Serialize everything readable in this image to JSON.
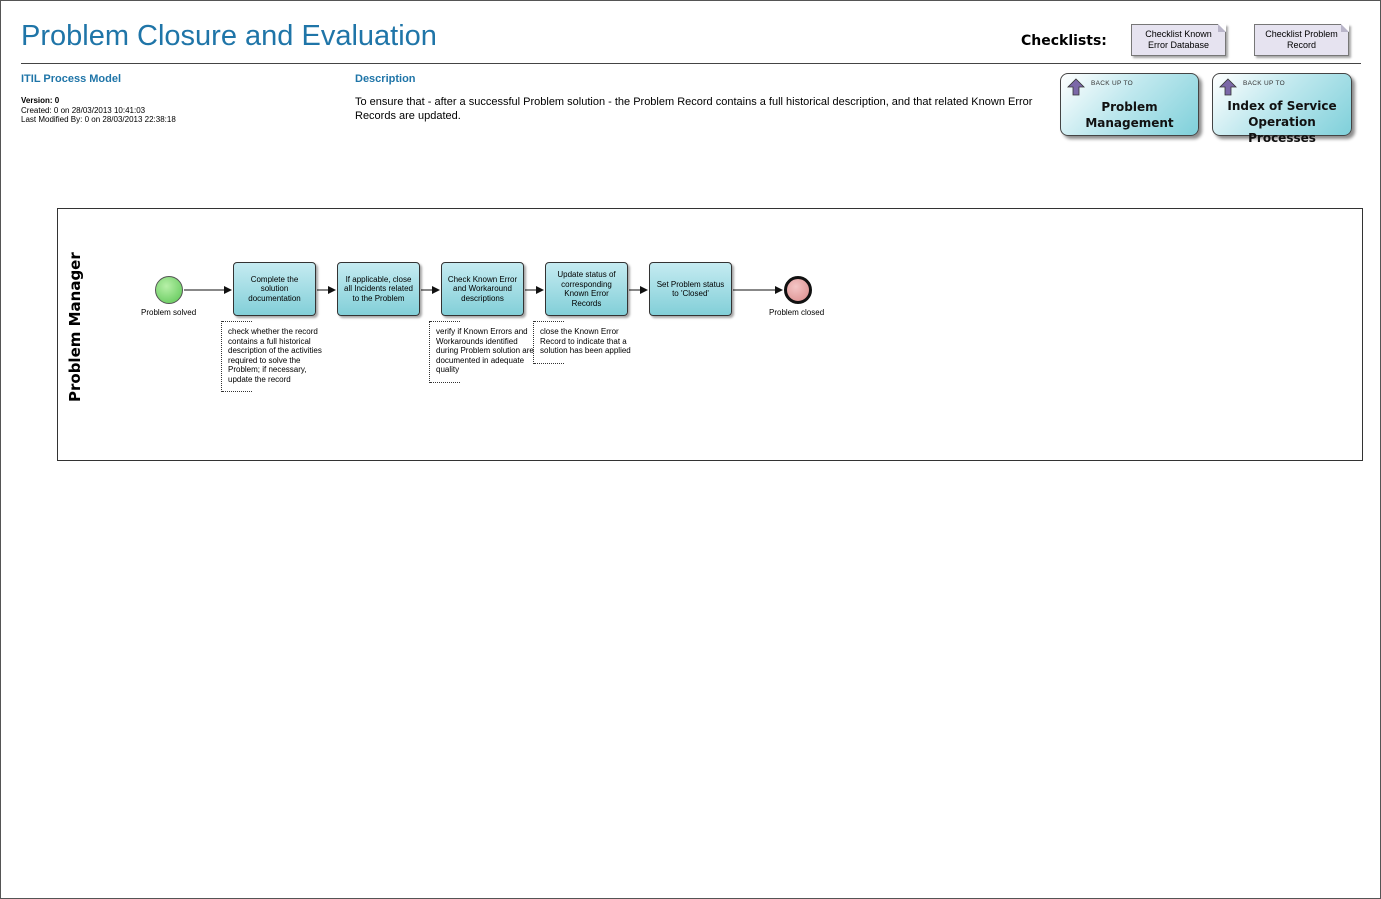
{
  "header": {
    "title": "Problem Closure and Evaluation",
    "checklists_label": "Checklists:",
    "checklists": [
      "Checklist Known Error Database",
      "Checklist Problem Record"
    ]
  },
  "model": {
    "heading": "ITIL Process Model",
    "version": "Version: 0",
    "created": "Created: 0 on 28/03/2013 10:41:03",
    "modified": "Last Modified By: 0 on 28/03/2013 22:38:18"
  },
  "description": {
    "heading": "Description",
    "text": "To ensure that - after a successful Problem solution - the Problem Record contains a full historical description, and that related Known Error Records are updated."
  },
  "nav": {
    "back_label": "BACK UP TO",
    "problem_management": "Problem Management",
    "index_line1": "Index of Service",
    "index_line2": "Operation Processes"
  },
  "diagram": {
    "lane": "Problem Manager",
    "start_event": "Problem solved",
    "end_event": "Problem closed",
    "tasks": [
      "Complete the solution documentation",
      "If applicable, close all Incidents related to the Problem",
      "Check Known Error and Workaround descriptions",
      "Update status of corresponding Known Error Records",
      "Set Problem status to 'Closed'"
    ],
    "notes": [
      "check whether the record contains a full historical description of the activities required to solve the Problem; if necessary, update the record",
      "verify if Known Errors and Workarounds identified during Problem solution are documented in adequate quality",
      "close the Known Error Record to indicate that a solution has been applied"
    ]
  },
  "colors": {
    "title": "#1f75a8",
    "task_fill": "#82cfd8",
    "start_event": "#59c452",
    "end_event": "#d98a8a",
    "checklist_fill": "#e6e3f0"
  }
}
